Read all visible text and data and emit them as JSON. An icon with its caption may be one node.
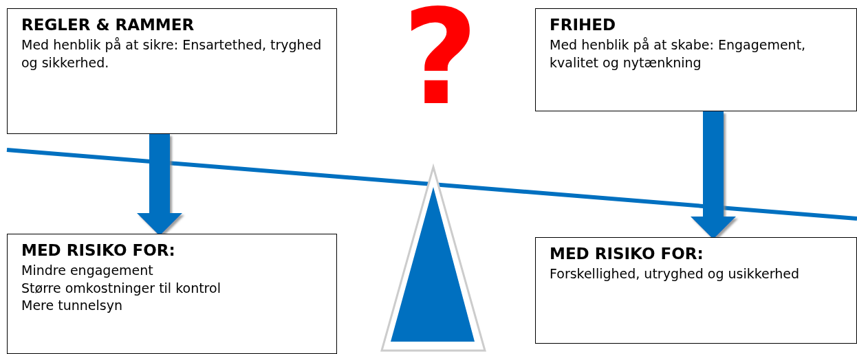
{
  "diagram": {
    "nodes": [
      {
        "text": [
          "REGLER & RAMMER",
          "Med henblik på at sikre: Ensartethed, tryghed og sikkerhed."
        ]
      },
      {
        "text": [
          "FRIHED",
          "Med henblik på at skabe: Engagement, kvalitet og nytænkning"
        ]
      },
      {
        "text": [
          "MED RISIKO FOR:",
          "Mindre engagement",
          "Større omkostninger til kontrol",
          "Mere tunnelsyn"
        ]
      },
      {
        "text": [
          "MED RISIKO FOR:",
          "Forskellighed, utryghed og usikkerhed"
        ]
      }
    ],
    "edges": [
      {
        "from": 0,
        "to": 2,
        "arrow": "to"
      },
      {
        "from": 1,
        "to": 3,
        "arrow": "to"
      }
    ],
    "labels": [
      "?"
    ]
  }
}
